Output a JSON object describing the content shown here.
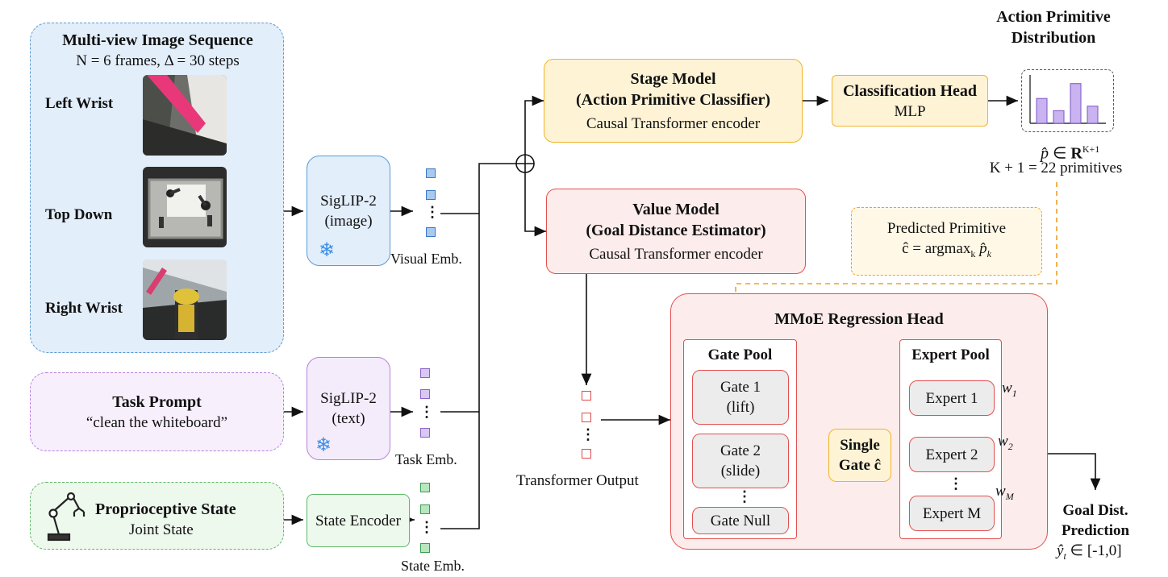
{
  "input": {
    "title": "Multi-view Image Sequence",
    "subtitle": "N = 6 frames, Δ = 30 steps",
    "views": [
      "Left Wrist",
      "Top Down",
      "Right Wrist"
    ]
  },
  "task": {
    "title": "Task Prompt",
    "text": "“clean the whiteboard”"
  },
  "proprio": {
    "title": "Proprioceptive State",
    "text": "Joint State"
  },
  "encoders": {
    "image": {
      "line1": "SigLIP-2",
      "line2": "(image)"
    },
    "text": {
      "line1": "SigLIP-2",
      "line2": "(text)"
    },
    "state": "State Encoder"
  },
  "embeddings": {
    "visual": "Visual Emb.",
    "task": "Task Emb.",
    "state": "State Emb."
  },
  "stage_model": {
    "title1": "Stage Model",
    "title2": "(Action Primitive Classifier)",
    "body": "Causal Transformer encoder"
  },
  "classification_head": {
    "title": "Classification Head",
    "body": "MLP"
  },
  "distribution": {
    "title1": "Action Primitive",
    "title2": "Distribution",
    "formula": "p̂ ∈ R",
    "formula_sup": "K+1",
    "count": "K + 1 = 22 primitives",
    "bar_values": [
      0.55,
      0.28,
      0.88,
      0.38
    ]
  },
  "value_model": {
    "title1": "Value Model",
    "title2": "(Goal Distance Estimator)",
    "body": "Causal Transformer encoder"
  },
  "predicted_primitive": {
    "title": "Predicted Primitive",
    "formula": "ĉ = argmax",
    "formula_sub": "k",
    "formula_tail": " p̂",
    "formula_tail_sub": "k"
  },
  "transformer_output": "Transformer Output",
  "mmoe": {
    "title": "MMoE Regression Head",
    "gate_pool": {
      "title": "Gate Pool",
      "gates": [
        {
          "line1": "Gate 1",
          "line2": "(lift)"
        },
        {
          "line1": "Gate 2",
          "line2": "(slide)"
        }
      ],
      "null_gate": "Gate Null"
    },
    "single_gate": {
      "line1": "Single",
      "line2": "Gate ĉ"
    },
    "expert_pool": {
      "title": "Expert Pool",
      "experts": [
        "Expert 1",
        "Expert 2",
        "Expert M"
      ]
    },
    "weights": {
      "w1": "w",
      "w1_sub": "1",
      "w2": "w",
      "w2_sub": "2",
      "wM": "w",
      "wM_sub": "M"
    }
  },
  "output": {
    "line1": "Goal Dist.",
    "line2": "Prediction",
    "formula": "ŷ",
    "formula_sub": "t",
    "formula_tail": " ∈ [-1,0]"
  },
  "ellipsis": "⋮",
  "colors": {
    "blue_bg": "#e3eefb",
    "blue_border": "#5b9bd5",
    "purple_bg": "#f5ecfb",
    "purple_border": "#b981dc",
    "green_bg": "#eef9ee",
    "green_border": "#5fb768",
    "yellow_bg": "#fff3d6",
    "yellow_border": "#f0b429",
    "red_bg": "#fdecec",
    "red_border": "#e35050",
    "orange_dashed": "#f0a020",
    "bar_fill": "#c9b3f0",
    "bar_border": "#7b55c4"
  }
}
